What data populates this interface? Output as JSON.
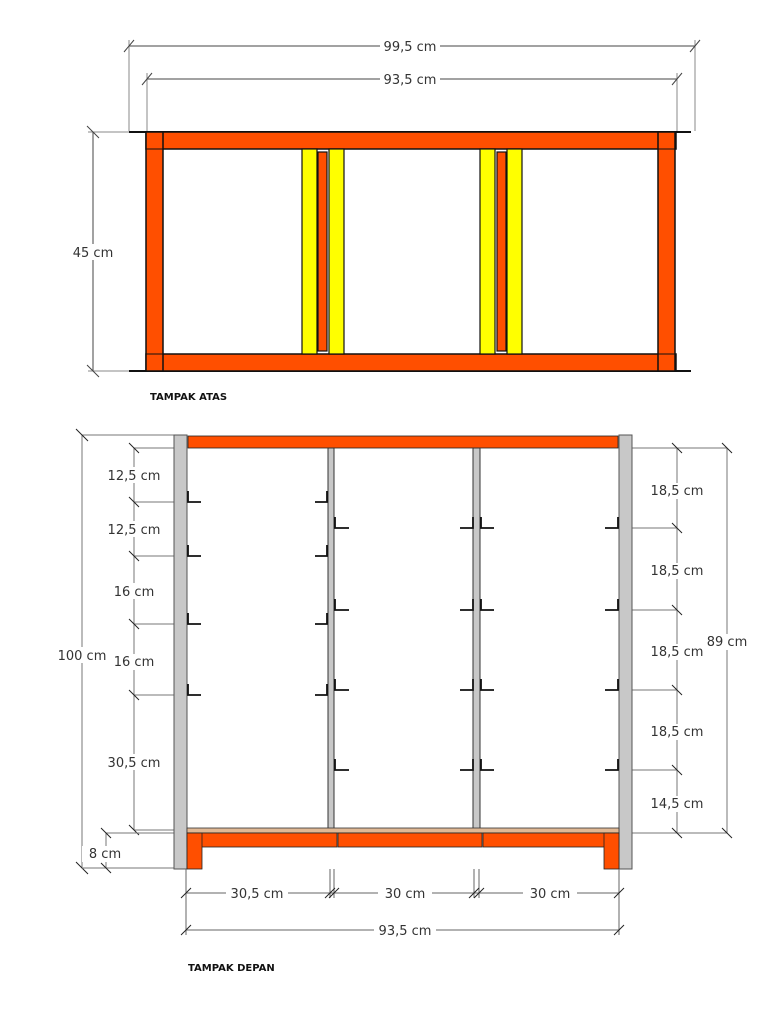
{
  "colors": {
    "frame": "#ff4f00",
    "divider": "#ffff00",
    "post": "#c8c8c8",
    "shelf_top": "#e0b894",
    "outline": "#111111",
    "dim_line": "#555555"
  },
  "top_view": {
    "title": "TAMPAK ATAS",
    "dim_overall_width": "99,5 cm",
    "dim_inner_width": "93,5 cm",
    "dim_depth": "45 cm"
  },
  "front_view": {
    "title": "TAMPAK DEPAN",
    "dim_total_height": "100 cm",
    "dim_inner_height": "89 cm",
    "dim_base": "8 cm",
    "left_dims": [
      "12,5 cm",
      "12,5 cm",
      "16 cm",
      "16 cm",
      "30,5 cm"
    ],
    "right_dims": [
      "18,5 cm",
      "18,5 cm",
      "18,5 cm",
      "18,5 cm",
      "14,5 cm"
    ],
    "bottom_dims": [
      "30,5 cm",
      "30 cm",
      "30 cm"
    ],
    "dim_total_width": "93,5 cm"
  }
}
